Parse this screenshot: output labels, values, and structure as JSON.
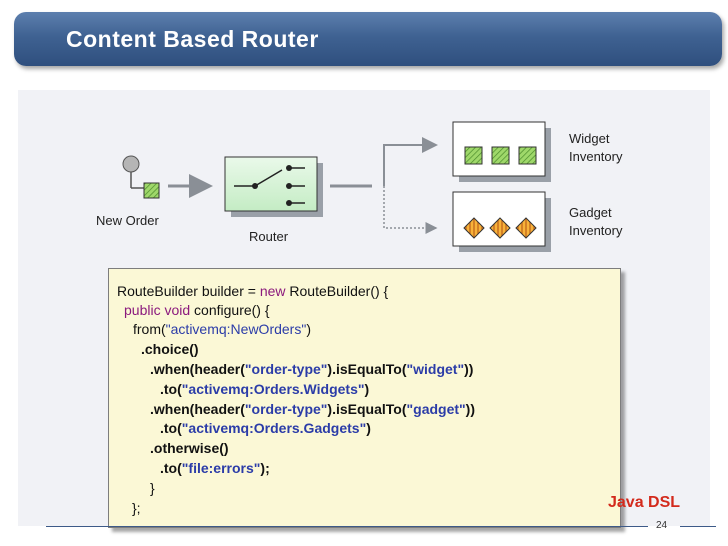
{
  "slide": {
    "title": "Content Based Router",
    "page_number": "24",
    "java_dsl_label": "Java DSL"
  },
  "diagram": {
    "new_order_label": "New Order",
    "router_label": "Router",
    "widget_label_line1": "Widget",
    "widget_label_line2": "Inventory",
    "gadget_label_line1": "Gadget",
    "gadget_label_line2": "Inventory"
  },
  "code": {
    "l1_a": "RouteBuilder builder = ",
    "l1_kw": "new",
    "l1_b": " RouteBuilder() {",
    "l2_kw": "public void",
    "l2_b": " configure() {",
    "l3_a": "from(",
    "l3_str": "\"activemq:NewOrders\"",
    "l3_b": ")",
    "l4": ".choice()",
    "l5_a": ".when(header(",
    "l5_s1": "\"order-type\"",
    "l5_b": ").isEqualTo(",
    "l5_s2": "\"widget\"",
    "l5_c": "))",
    "l6_a": ".to(",
    "l6_str": "\"activemq:Orders.Widgets\"",
    "l6_b": ")",
    "l7_a": ".when(header(",
    "l7_s1": "\"order-type\"",
    "l7_b": ").isEqualTo(",
    "l7_s2": "\"gadget\"",
    "l7_c": "))",
    "l8_a": ".to(",
    "l8_str": "\"activemq:Orders.Gadgets\"",
    "l8_b": ")",
    "l9": ".otherwise()",
    "l10_a": ".to(",
    "l10_str": "\"file:errors\"",
    "l10_b": ");",
    "l11": "}",
    "l12": "};"
  }
}
